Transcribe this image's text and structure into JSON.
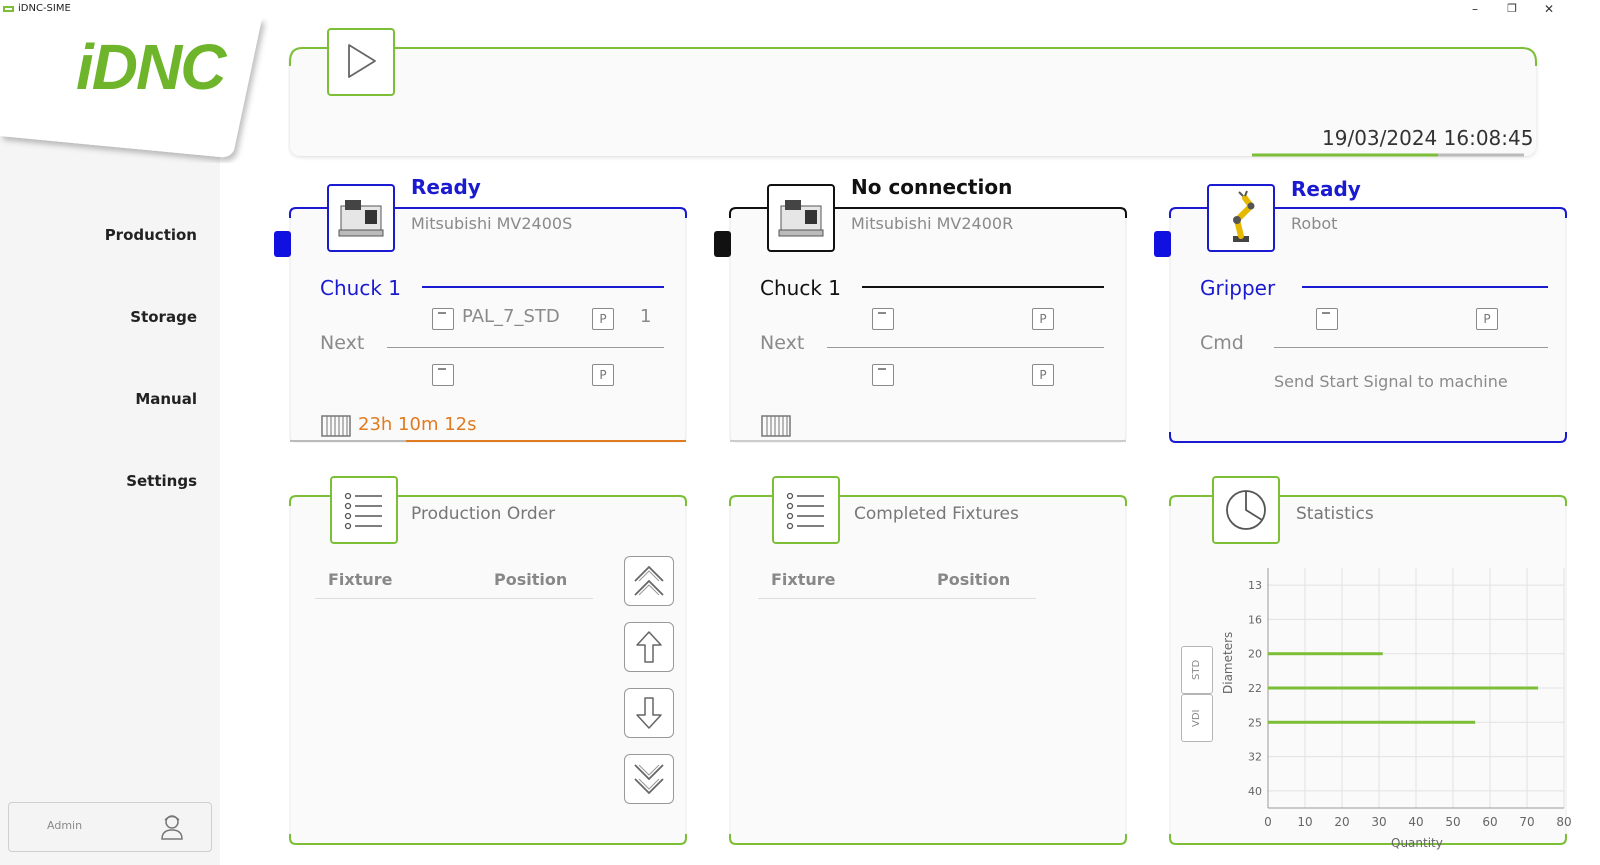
{
  "window": {
    "title": "iDNC-SIME",
    "minimize": "–",
    "restore": "❐",
    "close": "✕"
  },
  "brand": {
    "logo_text": "iDNC",
    "accent": "#7cbf36"
  },
  "sidebar": {
    "items": [
      {
        "label": "Production"
      },
      {
        "label": "Storage"
      },
      {
        "label": "Manual"
      },
      {
        "label": "Settings"
      }
    ]
  },
  "user": {
    "name": "Admin"
  },
  "top": {
    "datetime": "19/03/2024 16:08:45"
  },
  "machines": [
    {
      "status": "Ready",
      "status_color": "#1a1ad0",
      "name": "Mitsubishi MV2400S",
      "chuck_label": "Chuck 1",
      "fixture": "PAL_7_STD",
      "position": "1",
      "next_label": "Next",
      "timer": "23h 10m 12s",
      "timer_color": "#e07b21"
    },
    {
      "status": "No connection",
      "status_color": "#111111",
      "name": "Mitsubishi MV2400R",
      "chuck_label": "Chuck 1",
      "fixture": "",
      "position": "",
      "next_label": "Next",
      "timer": ""
    },
    {
      "status": "Ready",
      "status_color": "#1a1ad0",
      "name": "Robot",
      "chuck_label": "Gripper",
      "cmd_label": "Cmd",
      "command": "Send Start Signal to machine"
    }
  ],
  "production_order": {
    "title": "Production Order",
    "columns": [
      "Fixture",
      "Position"
    ],
    "rows": []
  },
  "completed_fixtures": {
    "title": "Completed Fixtures",
    "columns": [
      "Fixture",
      "Position"
    ],
    "rows": []
  },
  "statistics": {
    "title": "Statistics",
    "tabs": [
      "STD",
      "VDI"
    ]
  },
  "chart_data": {
    "type": "bar",
    "orientation": "horizontal",
    "categories": [
      "13",
      "16",
      "20",
      "22",
      "25",
      "32",
      "40"
    ],
    "values": [
      0,
      0,
      31,
      73,
      56,
      0,
      0
    ],
    "xlabel": "Quantity",
    "ylabel": "Diameters",
    "xlim": [
      0,
      80
    ],
    "xticks": [
      0,
      10,
      20,
      30,
      40,
      50,
      60,
      70,
      80
    ],
    "grid": true,
    "color": "#7cbf36"
  }
}
